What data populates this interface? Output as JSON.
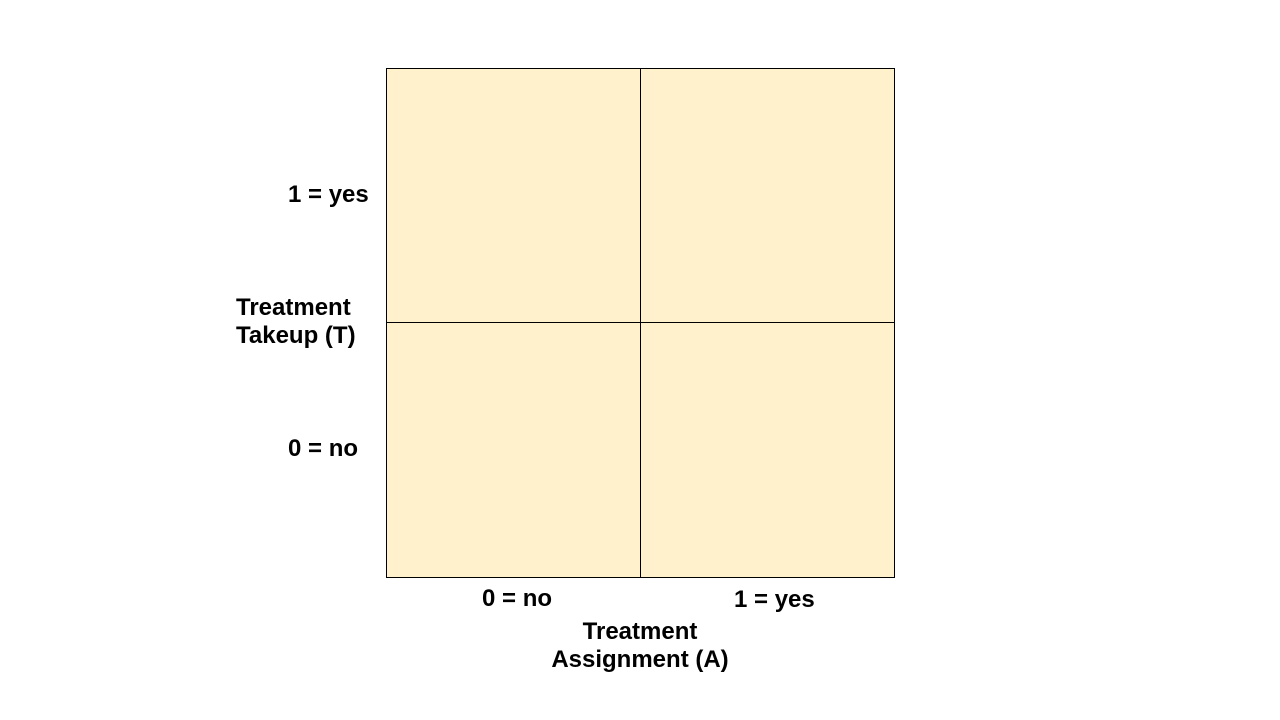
{
  "colors": {
    "cell_fill": "#fff1cc",
    "grid_line": "#000000"
  },
  "diagram": {
    "y_axis": {
      "title_line1": "Treatment",
      "title_line2": "Takeup (T)",
      "top_label": "1 = yes",
      "bottom_label": "0 = no"
    },
    "x_axis": {
      "title_line1": "Treatment",
      "title_line2": "Assignment (A)",
      "left_label": "0 = no",
      "right_label": "1 = yes"
    }
  }
}
